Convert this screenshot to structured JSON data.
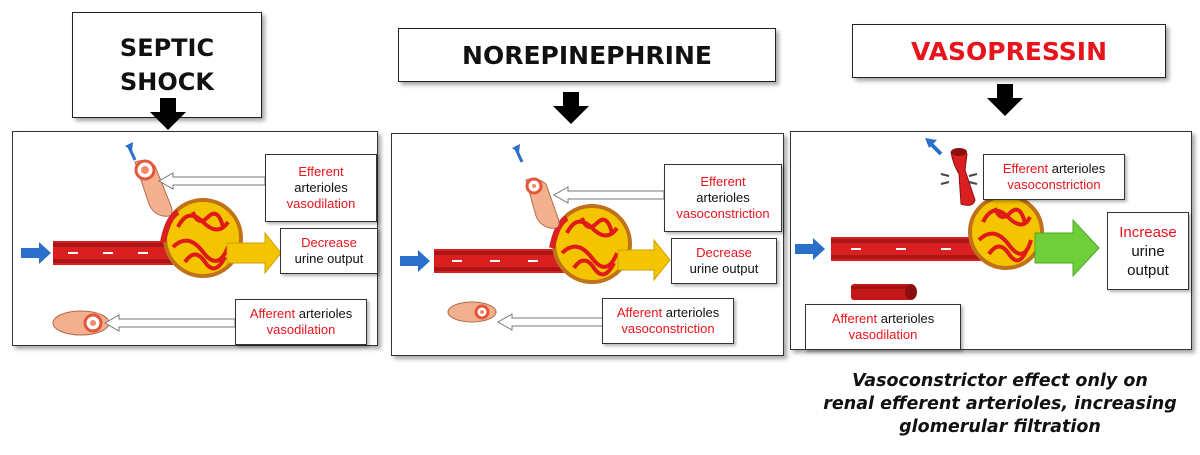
{
  "titles": {
    "septic": [
      "SEPTIC",
      "SHOCK"
    ],
    "norepinephrine": "NOREPINEPHRINE",
    "vasopressin": "VASOPRESSIN"
  },
  "colors": {
    "title_red": "#e8141c",
    "label_red": "#e8141c",
    "blood_flow_arrow": "#2a6fc9",
    "decrease_arrow": "#f5c400",
    "increase_arrow": "#6fcf3a",
    "vessel": "#d91f1f"
  },
  "panel1": {
    "efferent": {
      "word": "Efferent",
      "line2": "arterioles",
      "line3": "vasodilation"
    },
    "output": {
      "line1": "Decrease",
      "line2": "urine output"
    },
    "afferent": {
      "word": "Afferent",
      "rest": " arterioles",
      "line2": "vasodilation"
    }
  },
  "panel2": {
    "efferent": {
      "word": "Efferent",
      "line2": "arterioles",
      "line3": "vasoconstriction"
    },
    "output": {
      "line1": "Decrease",
      "line2": "urine output"
    },
    "afferent": {
      "word": "Afferent",
      "rest": " arterioles",
      "line2": "vasoconstriction"
    }
  },
  "panel3": {
    "efferent": {
      "word": "Efferent",
      "rest": " arterioles",
      "line2": "vasoconstriction"
    },
    "output": {
      "line1": "Increase",
      "line2": "urine",
      "line3": "output"
    },
    "afferent": {
      "word": "Afferent",
      "rest": " arterioles",
      "line2": "vasodilation"
    }
  },
  "caption": [
    "Vasoconstrictor effect only on",
    "renal efferent arterioles, increasing",
    "glomerular filtration"
  ]
}
